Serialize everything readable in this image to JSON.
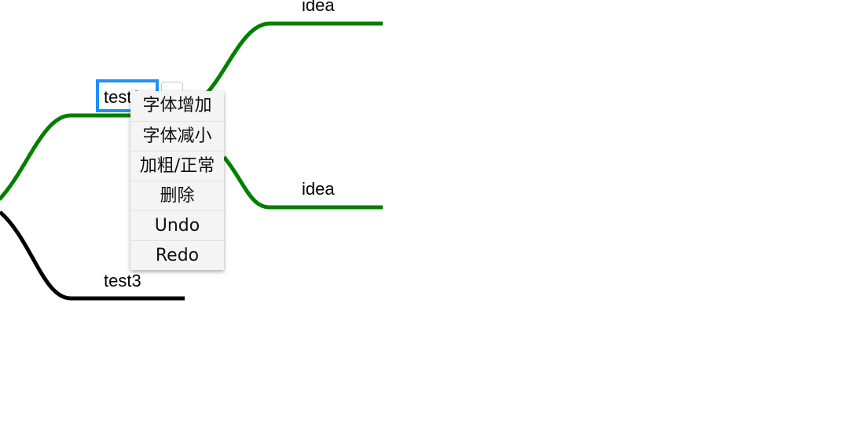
{
  "mindmap": {
    "selected_node": {
      "label": "test2"
    },
    "nodes": [
      {
        "label": "idea"
      },
      {
        "label": "idea"
      },
      {
        "label": "test3"
      }
    ],
    "colors": {
      "branch_green": "#008000",
      "branch_black": "#000000",
      "selection_border": "#1e90ff"
    }
  },
  "context_menu": {
    "items": [
      {
        "label": "字体增加",
        "icon": "none"
      },
      {
        "label": "字体减小",
        "icon": "none"
      },
      {
        "label": "加粗/正常",
        "icon": "none"
      },
      {
        "label": "删除",
        "icon": "none"
      },
      {
        "label": "Undo",
        "icon": "none"
      },
      {
        "label": "Redo",
        "icon": "none"
      }
    ]
  }
}
